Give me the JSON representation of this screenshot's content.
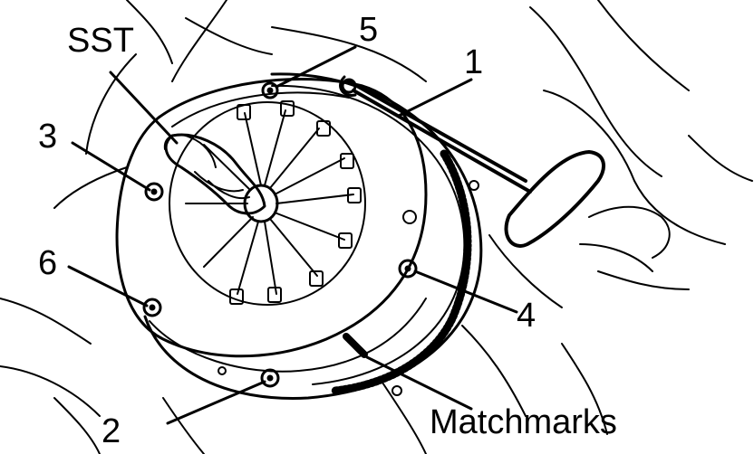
{
  "labels": {
    "sst": "SST",
    "one": "1",
    "two": "2",
    "three": "3",
    "four": "4",
    "five": "5",
    "six": "6",
    "matchmarks": "Matchmarks"
  },
  "colors": {
    "ink": "#000000",
    "paper": "#ffffff"
  }
}
